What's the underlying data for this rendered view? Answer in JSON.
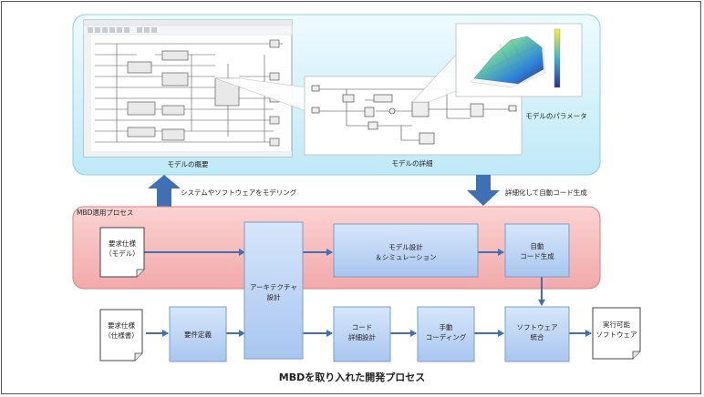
{
  "title": "MBDを取り入れた開発プロセス",
  "upper_area": {
    "caption_overview": "モデルの概要",
    "caption_detail": "モデルの詳細",
    "caption_parameter": "モデルのパラメータ"
  },
  "arrows": {
    "up_label": "システムやソフトウェアをモデリング",
    "down_label": "詳細化して自動コード生成"
  },
  "mbd_area": {
    "label": "MBD適用プロセス"
  },
  "documents": {
    "req_model": [
      "要求仕様",
      "（モデル）"
    ],
    "req_spec": [
      "要求仕様",
      "（仕様書）"
    ],
    "executable": [
      "実行可能",
      "ソフトウェア"
    ]
  },
  "boxes": {
    "architecture": [
      "アーキテクチャ",
      "設計"
    ],
    "model_design": [
      "モデル設計",
      "＆シミュレーション"
    ],
    "auto_code": [
      "自動",
      "コード生成"
    ],
    "requirement_def": [
      "要件定義"
    ],
    "detail_design": [
      "コード",
      "詳細設計"
    ],
    "manual_coding": [
      "手動",
      "コーディング"
    ],
    "integration": [
      "ソフトウェア",
      "統合"
    ]
  },
  "colors": {
    "upper_bg": "#d7f3fb",
    "upper_border": "#8ccfe6",
    "mbd_bg": "#f5b8b8",
    "mbd_border": "#d98282",
    "box_fill": "#b9d3f4",
    "box_border": "#7a9cc9",
    "arrow": "#3f6fb5"
  }
}
